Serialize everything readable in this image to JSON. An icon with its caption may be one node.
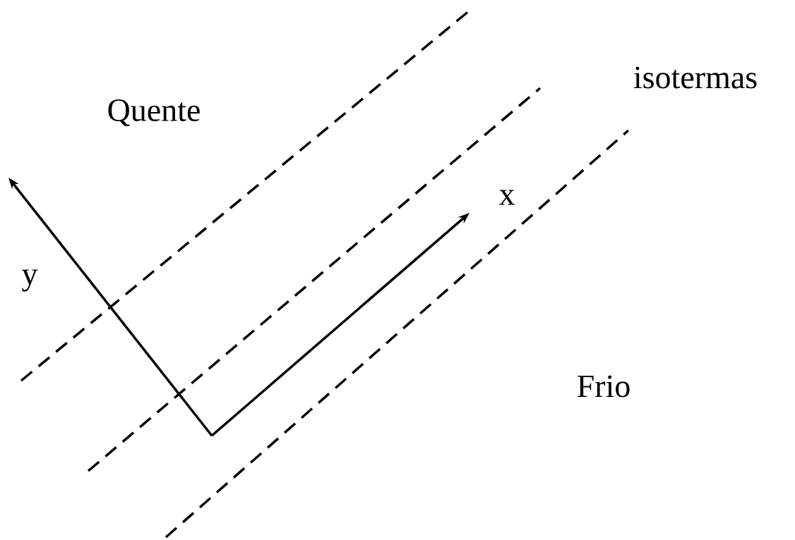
{
  "diagram": {
    "labels": [
      "isotermas",
      "Quente",
      "x",
      "y",
      "Frio"
    ]
  }
}
